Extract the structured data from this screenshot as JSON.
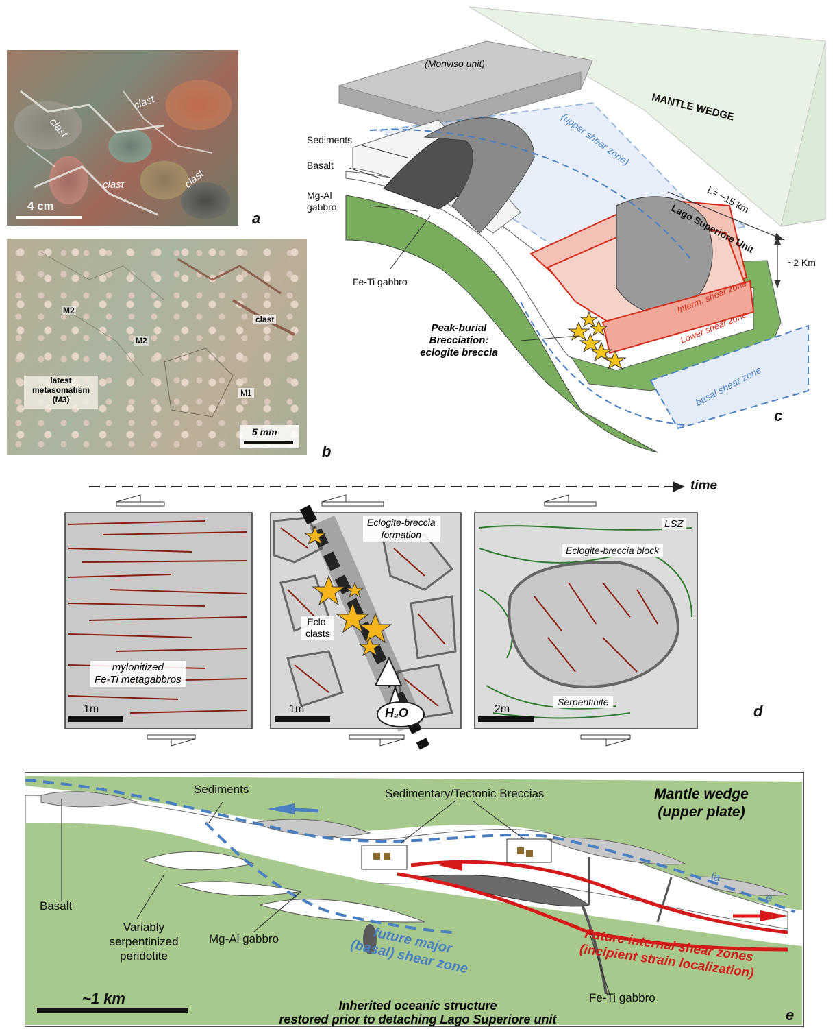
{
  "panel_letters": {
    "a": "a",
    "b": "b",
    "c": "c",
    "d": "d",
    "e": "e"
  },
  "panel_a": {
    "clasts": [
      "clast",
      "clast",
      "clast",
      "clast"
    ],
    "scale": "4 cm"
  },
  "panel_b": {
    "m2_1": "M2",
    "m2_2": "M2",
    "clast": "clast",
    "m1": "M1",
    "latest1": "latest",
    "latest2": "metasomatism",
    "latest3": "(M3)",
    "scale": "5 mm"
  },
  "panel_c": {
    "monviso": "(Monviso unit)",
    "mantle_wedge": "MANTLE WEDGE",
    "upper_shear": "(upper shear zone)",
    "sediments": "Sediments",
    "basalt": "Basalt",
    "mgal1": "Mg-Al",
    "mgal2": "gabbro",
    "feti": "Fe-Ti gabbro",
    "length": "L= ~15 km",
    "unit": "Lago Superiore Unit",
    "thickness": "~2 Km",
    "interm": "Interm. shear zone",
    "lower": "Lower shear zone",
    "basal": "basal shear zone",
    "peak1": "Peak-burial",
    "peak2": "Brecciation:",
    "peak3": "eclogite breccia"
  },
  "panel_d": {
    "time": "time",
    "box1_line1": "mylonitized",
    "box1_line2": "Fe-Ti metagabbros",
    "box1_scale": "1m",
    "box2_title1": "Eclogite-breccia",
    "box2_title2": "formation",
    "box2_clasts1": "Eclo.",
    "box2_clasts2": "clasts",
    "box2_scale": "1m",
    "h2o": "H₂O",
    "box3_lsz": "LSZ",
    "box3_block": "Eclogite-breccia block",
    "box3_serp": "Serpentinite",
    "box3_scale": "2m"
  },
  "panel_e": {
    "sediments": "Sediments",
    "breccias": "Sedimentary/Tectonic Breccias",
    "mw1": "Mantle wedge",
    "mw2": "(upper plate)",
    "basalt": "Basalt",
    "perid1": "Variably",
    "perid2": "serpentinized",
    "perid3": "peridotite",
    "mgal": "Mg-Al gabbro",
    "future_basal1": "future major",
    "future_basal2": "(basal) shear zone",
    "future_int1": "Future internal shear zones",
    "future_int2": "(incipient strain localization)",
    "feti": "Fe-Ti gabbro",
    "la": "la",
    "e_letter": "e",
    "scale": "~1 km",
    "caption1": "Inherited oceanic structure",
    "caption2": "restored prior to detaching Lago Superiore unit"
  }
}
